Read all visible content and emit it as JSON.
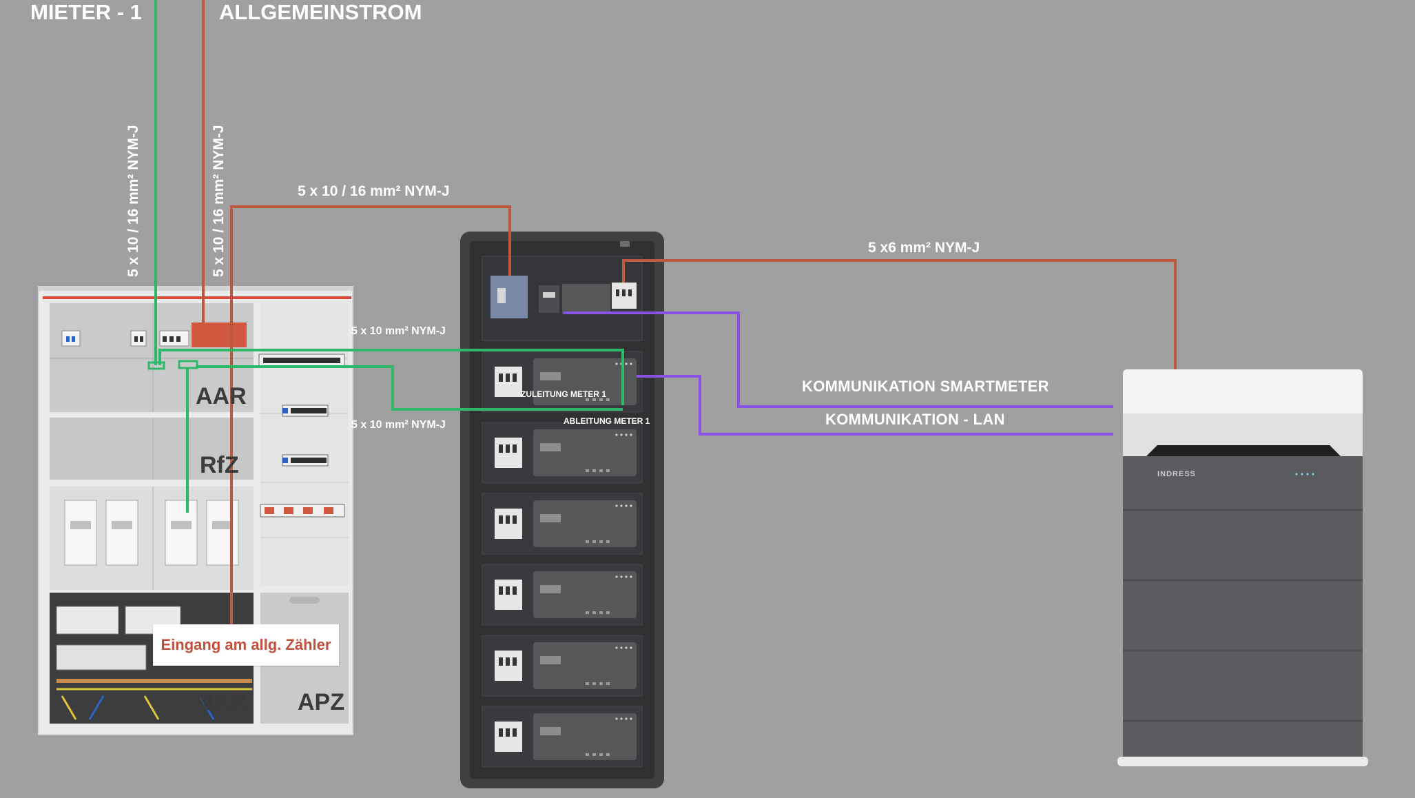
{
  "labels": {
    "meter": "MIETER - 1",
    "general": "ALLGEMEINSTROM",
    "vertical_cable_1": "5 x 10 / 16 mm² NYM-J",
    "vertical_cable_2": "5 x 10 / 16 mm² NYM-J",
    "top_cable": "5 x 10 / 16  mm² NYM-J",
    "battery_cable": "5 x6 mm² NYM-J",
    "cable_upper": "5 x 10  mm² NYM-J",
    "cable_lower": "5 x 10  mm² NYM-J",
    "supply_meter": "ZULEITUNG METER 1",
    "discharge_meter": "ABLEITUNG METER 1",
    "comm_smartmeter": "KOMMUNIKATION  SMARTMETER",
    "comm_lan": "KOMMUNIKATION  - LAN",
    "callout": "Eingang am allg. Zähler"
  },
  "zones": {
    "aar": "AAR",
    "rfz": "RfZ",
    "nar": "NAR",
    "apz": "APZ"
  },
  "brand": "INDRESS",
  "colors": {
    "background": "#9fa09f",
    "wire_power": "#c0583f",
    "wire_meter": "#2fb76a",
    "wire_comm": "#8a52e4",
    "label_text": "#ffffff",
    "callout_text": "#c0503c"
  }
}
